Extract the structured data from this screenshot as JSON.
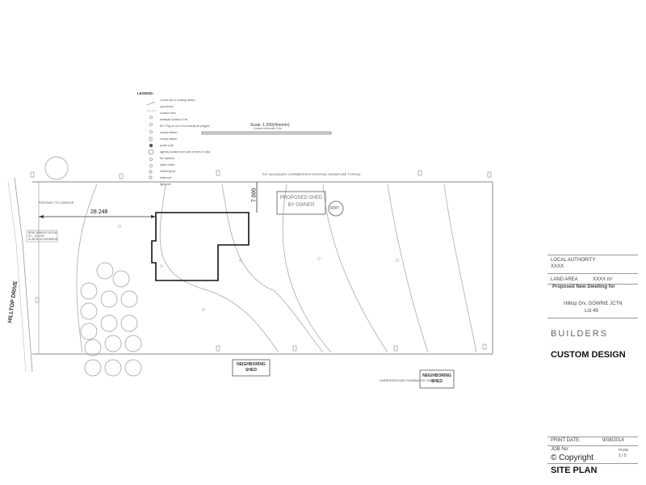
{
  "road": {
    "name": "HILLTOP DRIVE"
  },
  "labels": {
    "dimension_front": "28 248",
    "dimension_side": "7 000",
    "shed": "PROPOSED SHED\nBY OWNER",
    "rwt": "RWT",
    "neighboring_shed_1": "NEIGHBORING\nSHED",
    "neighboring_shed_2": "NEIGHBORING\nSHED",
    "pathway": "PATHWAY TO GARAGE",
    "boundary_note": "R.F. BOUNDARY CORNER/PATH EXISTING SIGNATURE TYPICAL",
    "datum_note": "BENCHMARK DATUM\nR.L. 100.000\nSCREW IN KERBSIDE",
    "underground_tank": "UNDERGROUND RAINWATER TANK",
    "scale_title": "Scale: 1:200(Hmm/m)",
    "scale_sub": "Contour intervals 0.2m"
  },
  "legend": {
    "title": "LEGEND:",
    "items": [
      "Levels are to existing datum",
      "spot levels",
      "contour lines",
      "kerbside location & fts",
      "B.P. Peg on crs if not exactly as pegged",
      "survey station",
      "survey datum",
      "power pole",
      "agency location and size of trees to stay",
      "fire hydrant",
      "water meter",
      "electricity pit",
      "telstra pit",
      "light pole"
    ]
  },
  "title_block": {
    "local_authority_label": "LOCAL AUTHORITY",
    "local_authority_value": "XXXX",
    "land_area_label": "LAND AREA",
    "land_area_value": "XXXX m²",
    "proposed": "Proposed New Dwelling for",
    "address": "Hilltop Drv, GOWRIE JCTN",
    "lot": "Lot 49",
    "builders": "BUILDERS",
    "company": "CUSTOM DESIGN",
    "print_date_label": "PRINT DATE:",
    "print_date_value": "9/08/2014",
    "job_no_label": "JOB No:",
    "copyright": "© Copyright",
    "page_label": "PAGE",
    "page_value": "1 / 5",
    "sheet_title": "SITE PLAN"
  }
}
